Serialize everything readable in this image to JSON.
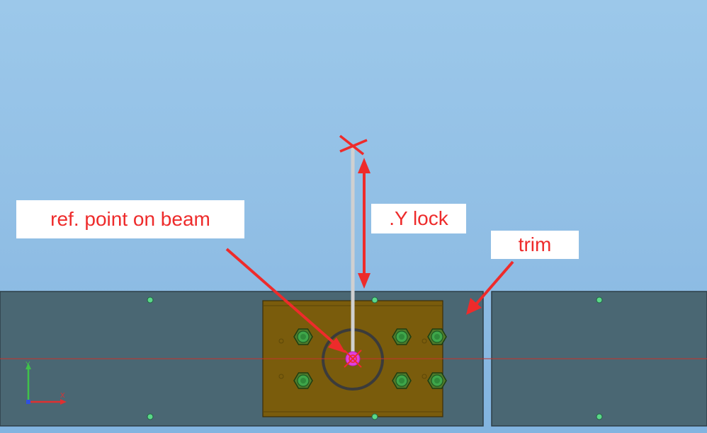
{
  "annotations": {
    "ref_point_label": "ref. point on beam",
    "y_lock_label": ".Y lock",
    "trim_label": "trim"
  },
  "axis_triad": {
    "y_label": "Y",
    "x_label": "X"
  },
  "colors": {
    "sky_top": "#9cc8ea",
    "sky_bottom": "#82b4e0",
    "beam": "#4a6773",
    "plate": "#7a5c0c",
    "bolt": "#3fa64a",
    "marker": "#e040e0",
    "annotation_red": "#ee2b2b",
    "guide_line": "#d0d0d0"
  },
  "icons": {
    "bolt": "hex-bolt-icon",
    "ref_marker": "reference-point-icon",
    "end_marker": "x-cross-icon",
    "hole": "hole-dot-icon"
  }
}
